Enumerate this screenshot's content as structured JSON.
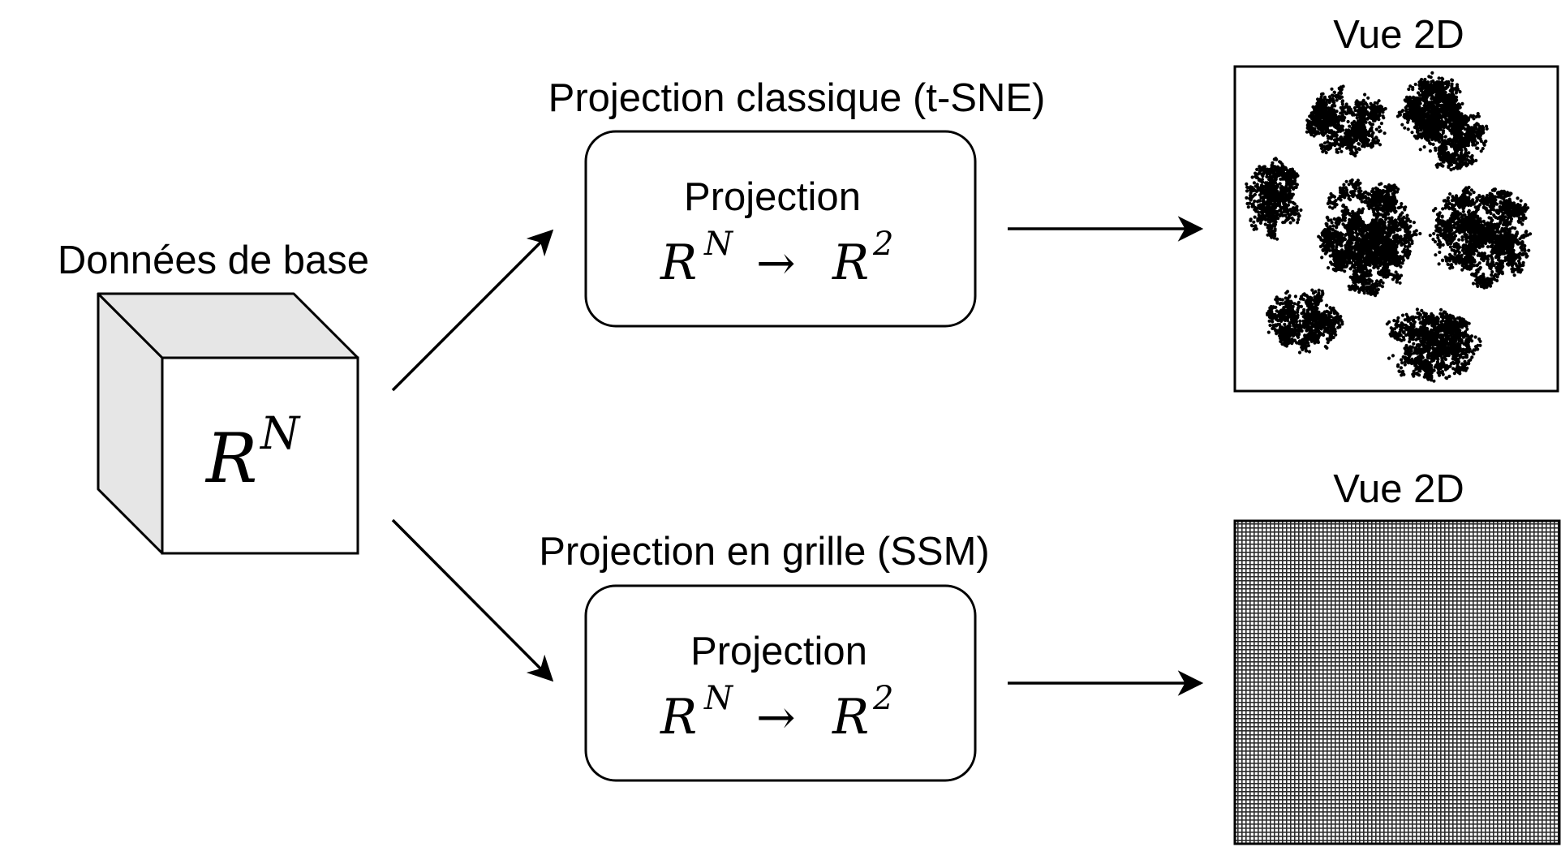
{
  "input": {
    "title": "Données de base",
    "symbol": "R",
    "exponent": "N"
  },
  "top_branch": {
    "title": "Projection classique (t-SNE)",
    "box_label": "Projection",
    "formula": {
      "from": "R",
      "from_exp": "N",
      "arrow": "→",
      "to": "R",
      "to_exp": "2"
    },
    "output_title": "Vue 2D"
  },
  "bottom_branch": {
    "title": "Projection en grille (SSM)",
    "box_label": "Projection",
    "formula": {
      "from": "R",
      "from_exp": "N",
      "arrow": "→",
      "to": "R",
      "to_exp": "2"
    },
    "output_title": "Vue 2D"
  },
  "colors": {
    "stroke": "#000000",
    "cube_side": "#e6e6e6",
    "cube_top": "#e6e6e6",
    "grid_background": "#999999"
  }
}
